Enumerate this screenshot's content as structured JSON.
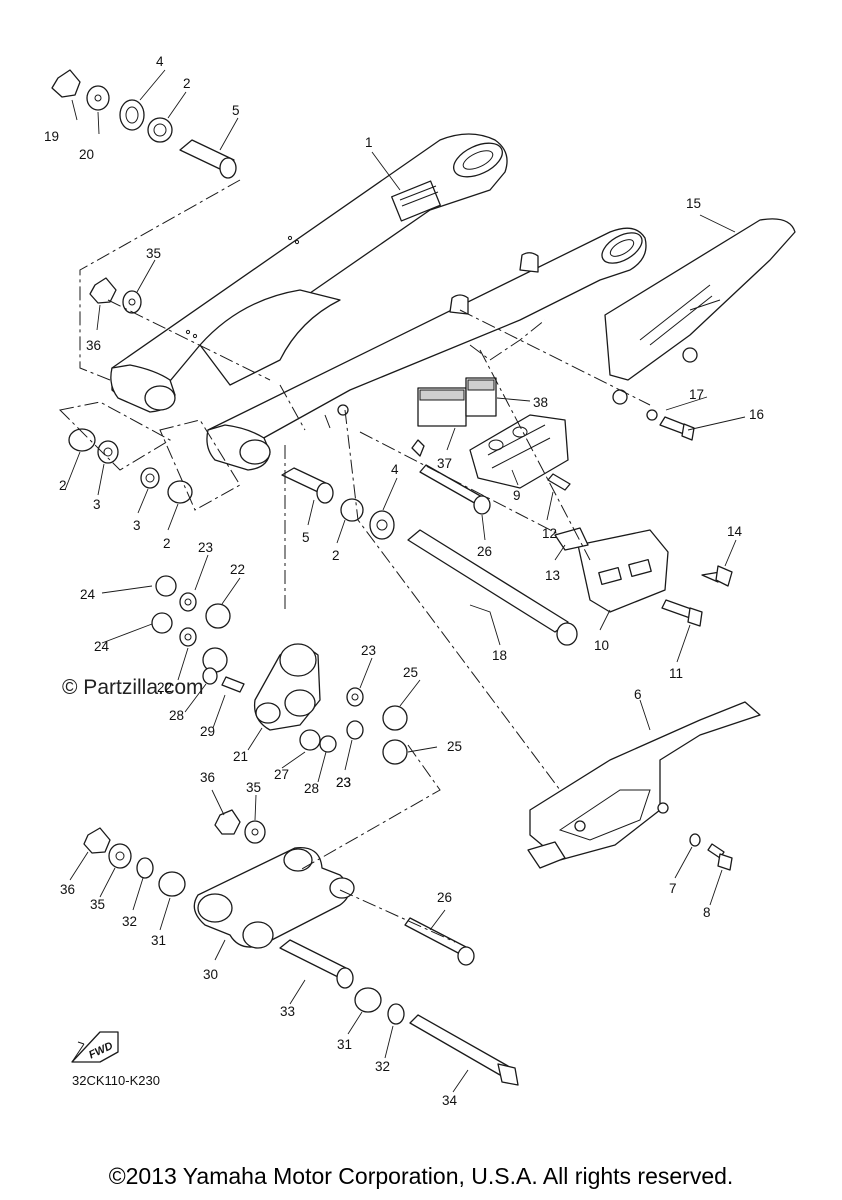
{
  "diagram": {
    "drawing_code": "32CK110-K230",
    "fwd_label": "FWD",
    "watermark": "© Partzilla.com",
    "copyright": "©2013 Yamaha Motor Corporation, U.S.A. All rights reserved."
  },
  "callouts": [
    "1",
    "2",
    "2",
    "2",
    "2",
    "3",
    "3",
    "4",
    "4",
    "5",
    "5",
    "6",
    "7",
    "8",
    "9",
    "10",
    "11",
    "12",
    "13",
    "14",
    "15",
    "16",
    "17",
    "18",
    "19",
    "20",
    "21",
    "22",
    "22",
    "23",
    "23",
    "23",
    "23",
    "24",
    "24",
    "25",
    "25",
    "26",
    "26",
    "27",
    "28",
    "28",
    "29",
    "30",
    "31",
    "31",
    "32",
    "32",
    "33",
    "34",
    "35",
    "35",
    "35",
    "36",
    "36",
    "36",
    "37",
    "38"
  ]
}
